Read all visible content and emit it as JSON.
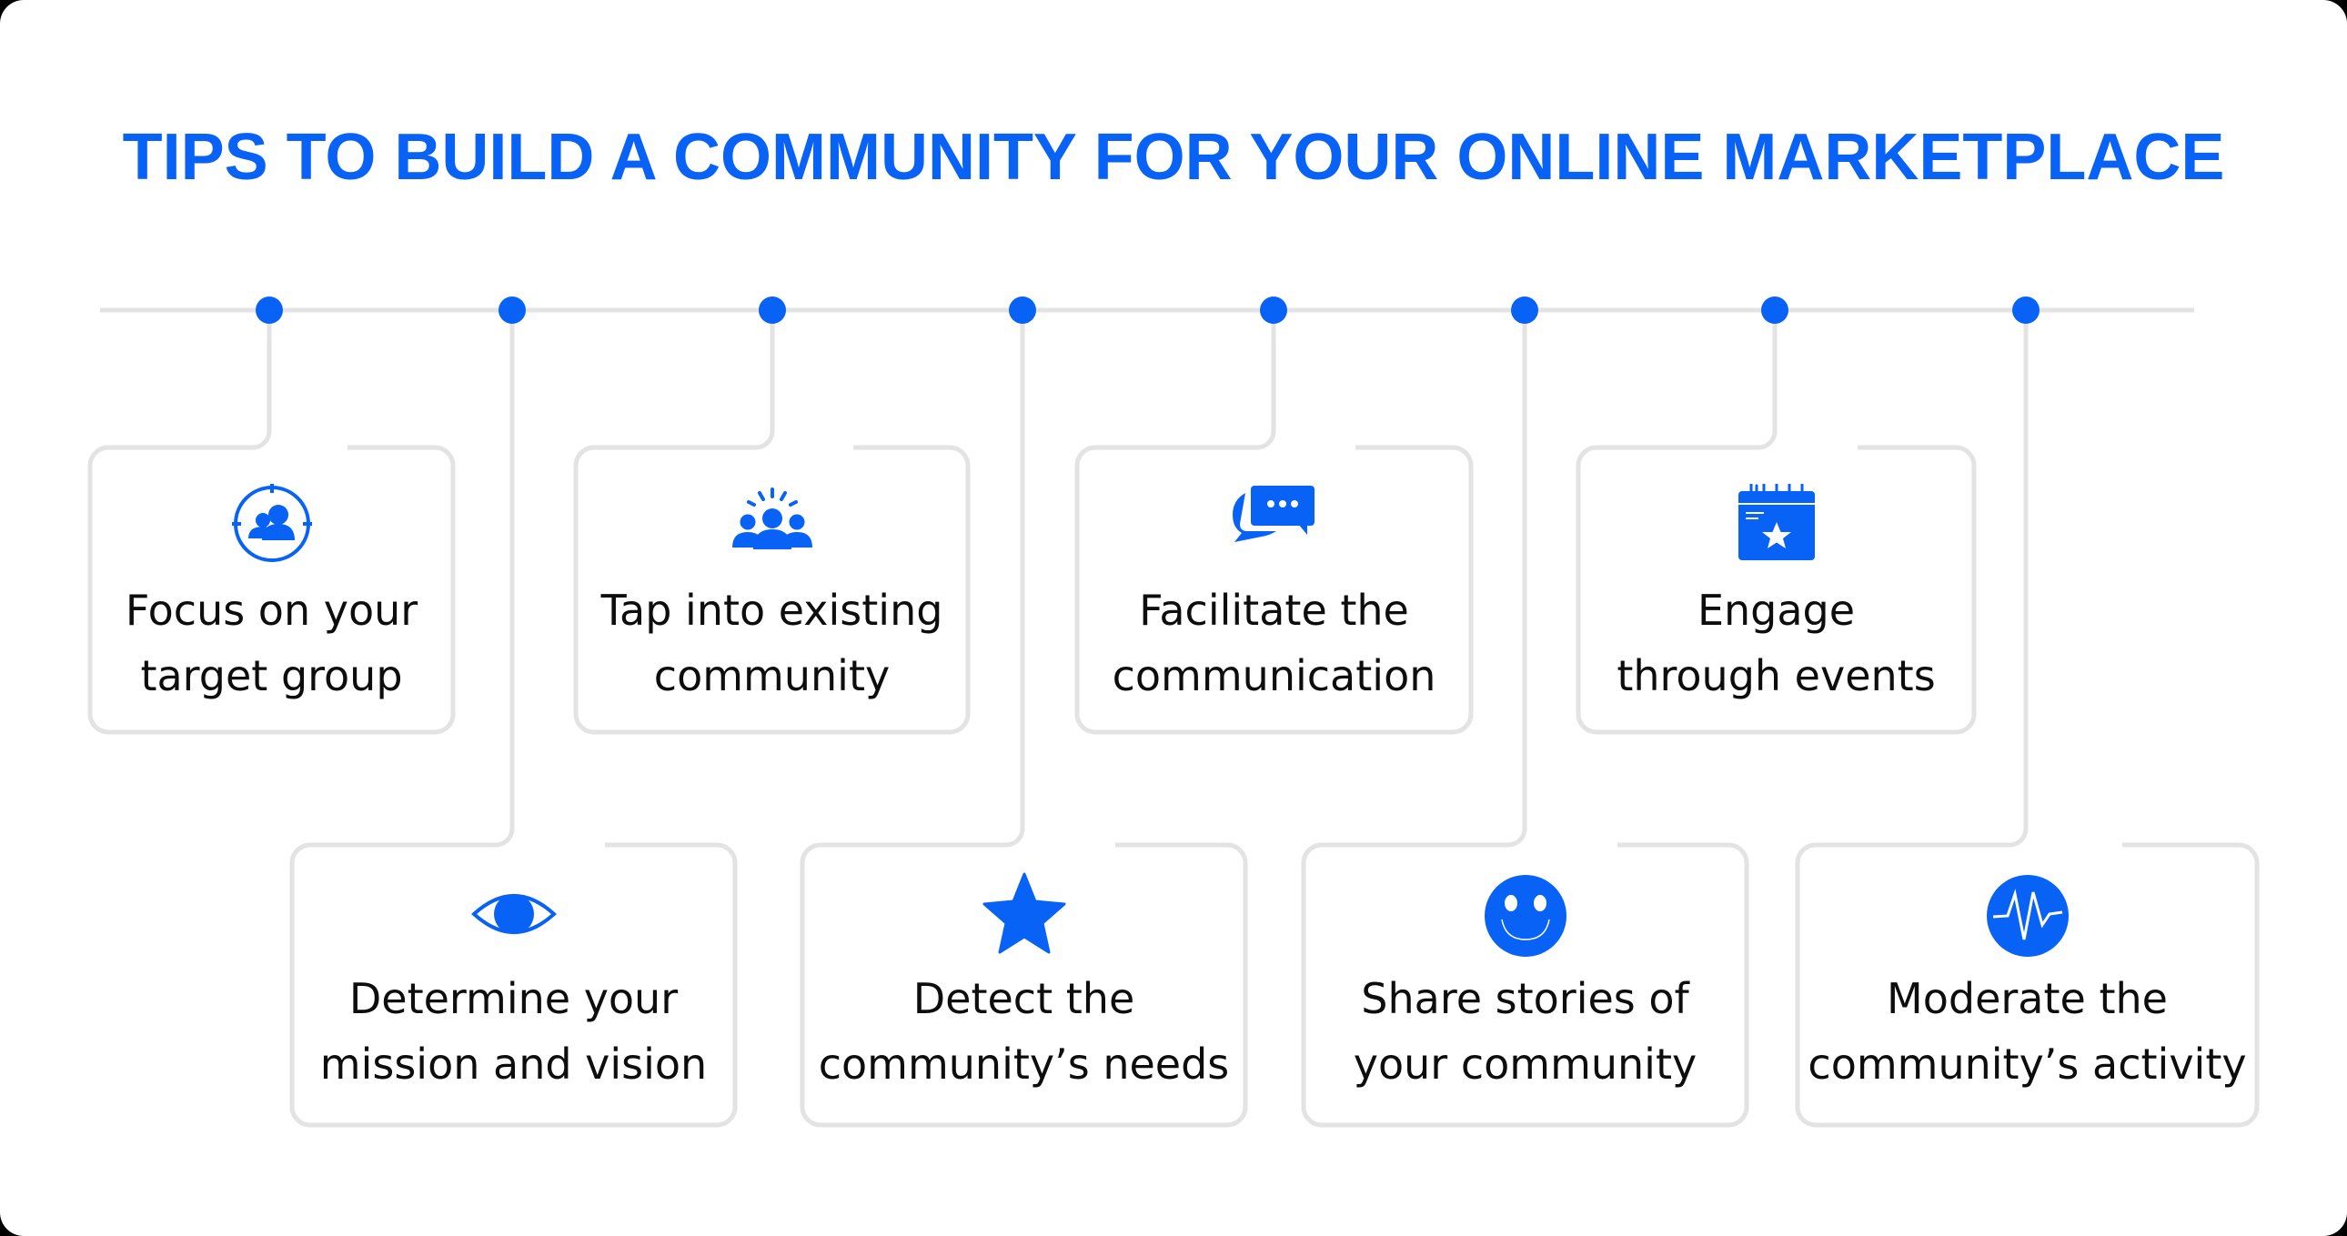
{
  "title": "TIPS TO BUILD A COMMUNITY FOR YOUR ONLINE MARKETPLACE",
  "colors": {
    "accent": "#0862F5",
    "line": "#E3E3E3",
    "text": "#0D0D0D",
    "background": "#FFFFFF"
  },
  "steps": [
    {
      "label": "Focus on your target group",
      "lines": [
        "Focus on your",
        "target group"
      ],
      "icon": "target-group-icon",
      "row": "top"
    },
    {
      "label": "Determine your mission and vision",
      "lines": [
        "Determine your",
        "mission and vision"
      ],
      "icon": "eye-icon",
      "row": "bottom"
    },
    {
      "label": "Tap into existing community",
      "lines": [
        "Tap into existing",
        "community"
      ],
      "icon": "community-group-icon",
      "row": "top"
    },
    {
      "label": "Detect the community’s needs",
      "lines": [
        "Detect the",
        "community’s needs"
      ],
      "icon": "star-icon",
      "row": "bottom"
    },
    {
      "label": "Facilitate the communication",
      "lines": [
        "Facilitate the",
        "communication"
      ],
      "icon": "chat-bubbles-icon",
      "row": "top"
    },
    {
      "label": "Share stories of your community",
      "lines": [
        "Share stories of",
        "your community"
      ],
      "icon": "smiley-icon",
      "row": "bottom"
    },
    {
      "label": "Engage through events",
      "lines": [
        "Engage",
        "through events"
      ],
      "icon": "calendar-star-icon",
      "row": "top"
    },
    {
      "label": "Moderate the community’s activity",
      "lines": [
        "Moderate the",
        "community’s activity"
      ],
      "icon": "activity-pulse-icon",
      "row": "bottom"
    }
  ]
}
